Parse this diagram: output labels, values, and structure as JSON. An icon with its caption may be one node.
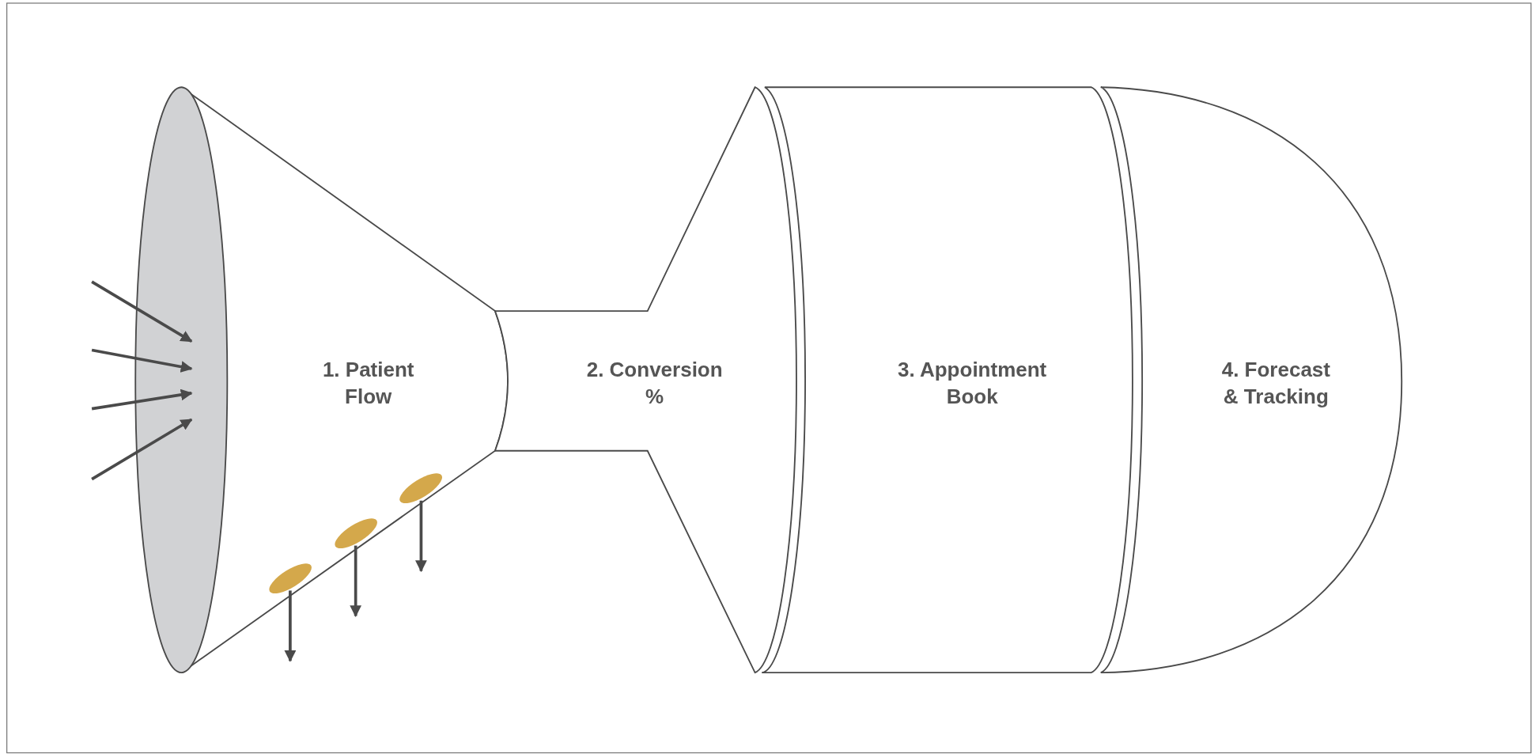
{
  "diagram": {
    "nodes": [
      {
        "text": [
          "1. Patient Flow"
        ]
      },
      {
        "text": [],
        "shape": "ellipse"
      },
      {
        "text": [
          "2. Conversion %"
        ]
      },
      {
        "text": [
          "3. Appointment Book"
        ]
      },
      {
        "text": [
          "4. Forecast & Tracking"
        ]
      },
      {
        "text": [],
        "shape": "ellipse",
        "in": 0
      },
      {
        "text": [],
        "shape": "ellipse",
        "in": 0
      },
      {
        "text": [],
        "shape": "ellipse",
        "in": 0
      }
    ],
    "edges": [
      {
        "from": null,
        "to": 1,
        "arrow": "to"
      },
      {
        "from": null,
        "to": 1,
        "arrow": "to"
      },
      {
        "from": null,
        "to": 1,
        "arrow": "to"
      },
      {
        "from": null,
        "to": 1,
        "arrow": "to"
      },
      {
        "from": 5,
        "to": null,
        "arrow": "to"
      },
      {
        "from": 6,
        "to": null,
        "arrow": "to"
      },
      {
        "from": 7,
        "to": null,
        "arrow": "to"
      }
    ]
  }
}
